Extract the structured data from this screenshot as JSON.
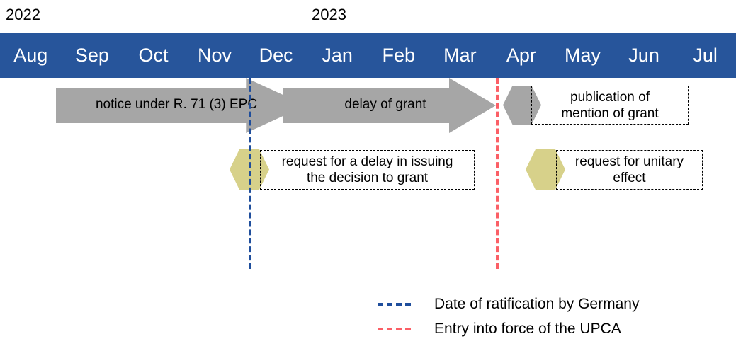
{
  "chart_data": {
    "type": "timeline",
    "title": "",
    "axis": {
      "years": [
        {
          "label": "2022",
          "start_month_index": 0
        },
        {
          "label": "2023",
          "start_month_index": 5
        }
      ],
      "months": [
        "Aug",
        "Sep",
        "Oct",
        "Nov",
        "Dec",
        "Jan",
        "Feb",
        "Mar",
        "Apr",
        "May",
        "Jun",
        "Jul"
      ],
      "bar_color": "#27559b",
      "month_text_color": "#ffffff"
    },
    "phases": [
      {
        "id": "notice",
        "label": "notice under R. 71 (3) EPC",
        "shape": "arrow",
        "color": "#a6a6a6",
        "from_month": "Sep",
        "to_month": "Jan"
      },
      {
        "id": "delay",
        "label": "delay of grant",
        "shape": "arrow",
        "color": "#a6a6a6",
        "from_month": "Jan",
        "to_month": "Apr"
      }
    ],
    "milestones": [
      {
        "id": "publication",
        "label": "publication of\nmention of grant",
        "marker_shape": "hexagon",
        "marker_color": "#a6a6a6",
        "at_month": "Apr",
        "row": "top"
      },
      {
        "id": "delay-request",
        "label": "request for a delay in issuing\nthe decision to grant",
        "marker_shape": "hexagon",
        "marker_color": "#d7d18a",
        "at_month": "Dec",
        "row": "bottom"
      },
      {
        "id": "unitary-request",
        "label": "request for unitary\neffect",
        "marker_shape": "hexagon",
        "marker_color": "#d7d18a",
        "at_month": "Apr",
        "row": "bottom"
      }
    ],
    "markers": [
      {
        "id": "ratification",
        "label": "Date of ratification by Germany",
        "color": "#1f4e9c",
        "style": "dashed",
        "at_month": "Dec"
      },
      {
        "id": "upca",
        "label": "Entry into force of the UPCA",
        "color": "#fb5f66",
        "style": "dashed",
        "at_month": "Apr"
      }
    ],
    "legend_position": "bottom-right"
  },
  "years": {
    "first": "2022",
    "second": "2023"
  },
  "months": [
    {
      "label": "Aug"
    },
    {
      "label": "Sep"
    },
    {
      "label": "Oct"
    },
    {
      "label": "Nov"
    },
    {
      "label": "Dec"
    },
    {
      "label": "Jan"
    },
    {
      "label": "Feb"
    },
    {
      "label": "Mar"
    },
    {
      "label": "Apr"
    },
    {
      "label": "May"
    },
    {
      "label": "Jun"
    },
    {
      "label": "Jul"
    }
  ],
  "arrows": {
    "notice": "notice under R. 71 (3) EPC",
    "delay": "delay of grant"
  },
  "callouts": {
    "publication": {
      "line1": "publication of",
      "line2": "mention of grant"
    },
    "delay_request": {
      "line1": "request for a delay in issuing",
      "line2": "the decision to grant"
    },
    "unitary_request": {
      "line1": "request for unitary",
      "line2": "effect"
    }
  },
  "legend": {
    "ratification": "Date of ratification by Germany",
    "upca": "Entry into force of the UPCA"
  },
  "colors": {
    "month_bar": "#27559b",
    "arrow_gray": "#a6a6a6",
    "hex_olive": "#d7d18a",
    "marker_blue": "#1f4e9c",
    "marker_red": "#fb5f66"
  }
}
